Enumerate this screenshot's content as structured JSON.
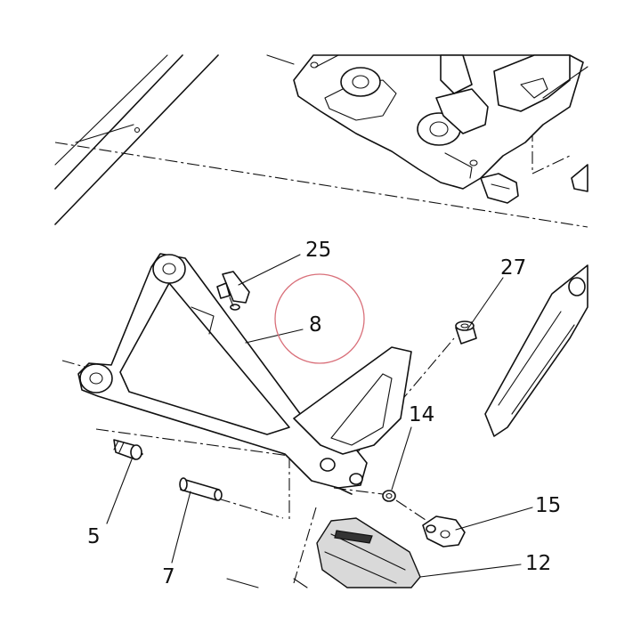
{
  "diagram": {
    "labels": [
      {
        "id": "25",
        "text": "25"
      },
      {
        "id": "8",
        "text": "8"
      },
      {
        "id": "27",
        "text": "27"
      },
      {
        "id": "14",
        "text": "14"
      },
      {
        "id": "15",
        "text": "15"
      },
      {
        "id": "5",
        "text": "5"
      },
      {
        "id": "7",
        "text": "7"
      },
      {
        "id": "12",
        "text": "12"
      }
    ],
    "colors": {
      "line": "#111111",
      "background": "#ffffff",
      "highlight_circle": "#d9707a"
    }
  }
}
